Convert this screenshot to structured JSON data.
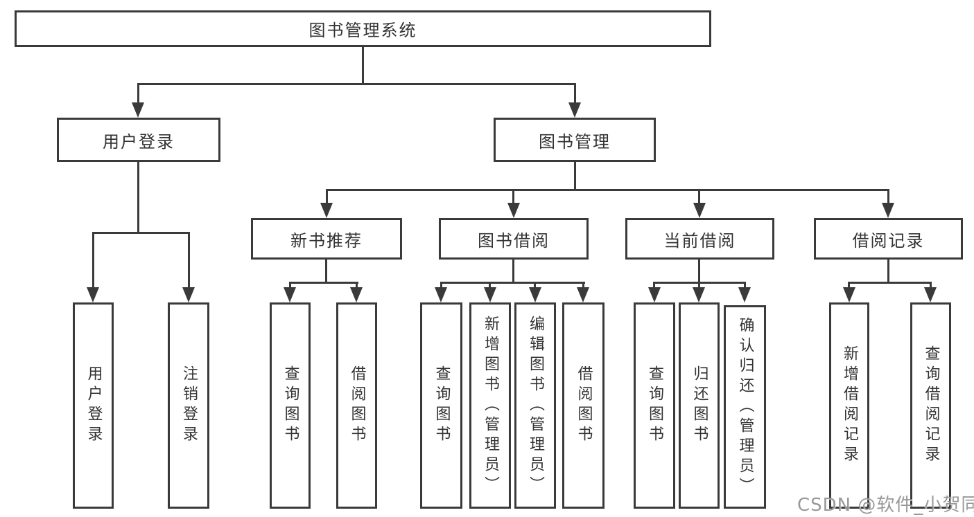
{
  "diagram": {
    "root_label": "图书管理系统",
    "level2": [
      {
        "label": "用户登录"
      },
      {
        "label": "图书管理"
      }
    ],
    "level3": [
      {
        "label": "新书推荐"
      },
      {
        "label": "图书借阅"
      },
      {
        "label": "当前借阅"
      },
      {
        "label": "借阅记录"
      }
    ],
    "leaf_groups": [
      {
        "parent": "用户登录",
        "items": [
          "用户登录",
          "注销登录"
        ]
      },
      {
        "parent": "新书推荐",
        "items": [
          "查询图书",
          "借阅图书"
        ]
      },
      {
        "parent": "图书借阅",
        "items": [
          "查询图书",
          "新增图书（管理员）",
          "编辑图书（管理员）",
          "借阅图书"
        ]
      },
      {
        "parent": "当前借阅",
        "items": [
          "查询图书",
          "归还图书",
          "确认归还（管理员）"
        ]
      },
      {
        "parent": "借阅记录",
        "items": [
          "新增借阅记录",
          "查询借阅记录"
        ]
      }
    ],
    "watermark": "CSDN @软件_小贺同学",
    "colors": {
      "line": "#3a3a3a",
      "text": "#333333",
      "background": "#ffffff",
      "watermark": "#949494"
    }
  }
}
